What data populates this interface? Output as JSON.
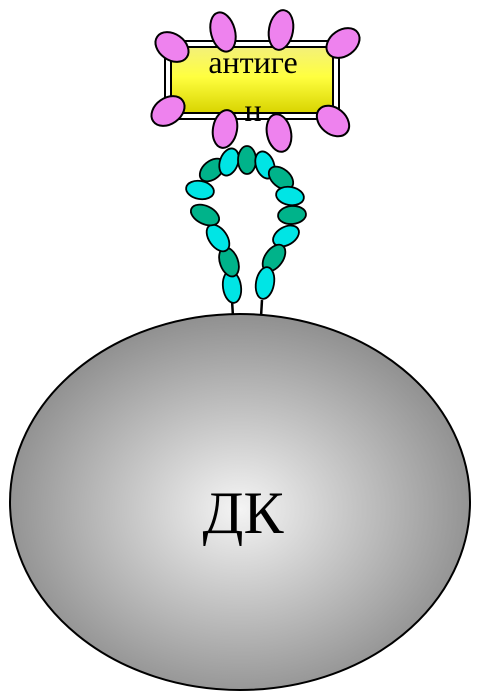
{
  "antigen": {
    "label_line1": "антиге",
    "label_line2": "н",
    "fill_color": "#ffff33",
    "spike_color": "#ee82ee"
  },
  "receptor": {
    "chain_color_a": "#00e5e5",
    "chain_color_b": "#00b38a"
  },
  "cell": {
    "label": "ДК",
    "gradient_center": "#f2f2f2",
    "gradient_edge": "#8c8c8c"
  }
}
